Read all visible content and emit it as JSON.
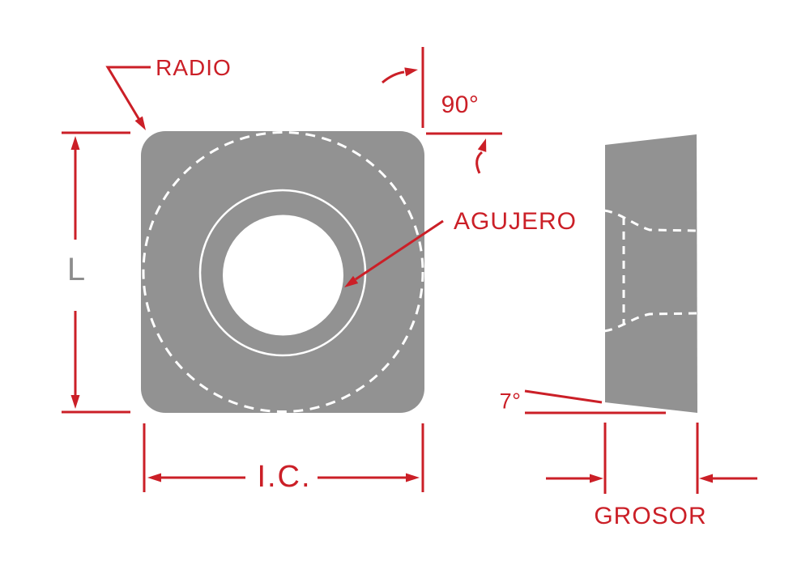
{
  "front_view": {
    "labels": {
      "radio": "RADIO",
      "angle_90": "90°",
      "agujero": "AGUJERO",
      "length": "L",
      "inscribed_circle": "I.C."
    }
  },
  "side_view": {
    "labels": {
      "angle_7": "7°",
      "grosor": "GROSOR"
    }
  },
  "colors": {
    "accent_red": "#cb1f27",
    "insert_gray": "#929292",
    "length_label_gray": "#8d8d8d",
    "outline_white": "#ffffff",
    "background": "#ffffff"
  }
}
